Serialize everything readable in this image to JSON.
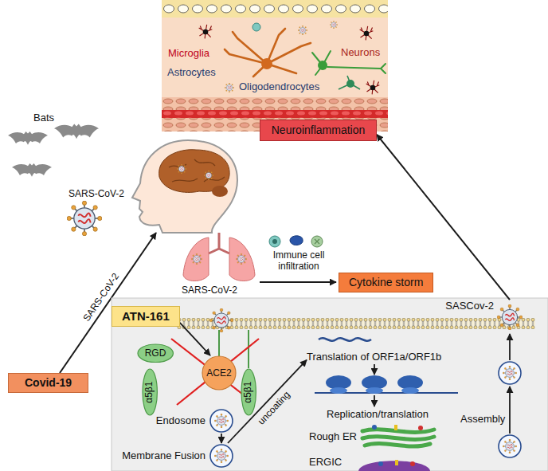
{
  "diagram": {
    "nodes": [
      {
        "text": [
          "Neuroinflammation"
        ]
      },
      {
        "text": [
          "Cytokine storm"
        ]
      },
      {
        "text": [
          "Covid-19"
        ]
      },
      {
        "text": [
          "ATN-161"
        ]
      },
      {
        "text": [
          "RGD"
        ]
      },
      {
        "text": [
          "α5β1"
        ]
      },
      {
        "text": [
          "ACE2"
        ]
      },
      {
        "text": [
          "α5β1"
        ]
      },
      {
        "text": [
          "Endosome"
        ]
      },
      {
        "text": [
          "Membrane Fusion"
        ]
      },
      {
        "text": [
          "Translation of ORF1a/ORF1b"
        ]
      },
      {
        "text": [
          "SASCov-2"
        ]
      }
    ],
    "edges": [
      {
        "from": 11,
        "to": 0,
        "arrow": "to"
      },
      {
        "from": 3,
        "to": 6,
        "arrow": "to"
      },
      {
        "from": 8,
        "to": 9,
        "arrow": "to"
      },
      {
        "from": 9,
        "to": 10,
        "label": "uncoating",
        "arrow": "to"
      }
    ],
    "labels": [
      "Microglia",
      "Neurons",
      "Astrocytes",
      "Oligodendrocytes",
      "Bats",
      "SARS-CoV-2",
      "SARS-CoV-2",
      "Immune cell infiltration",
      "SARS-CoV-2",
      "Replication/translation",
      "Rough ER",
      "ERGIC",
      "Assembly"
    ]
  }
}
